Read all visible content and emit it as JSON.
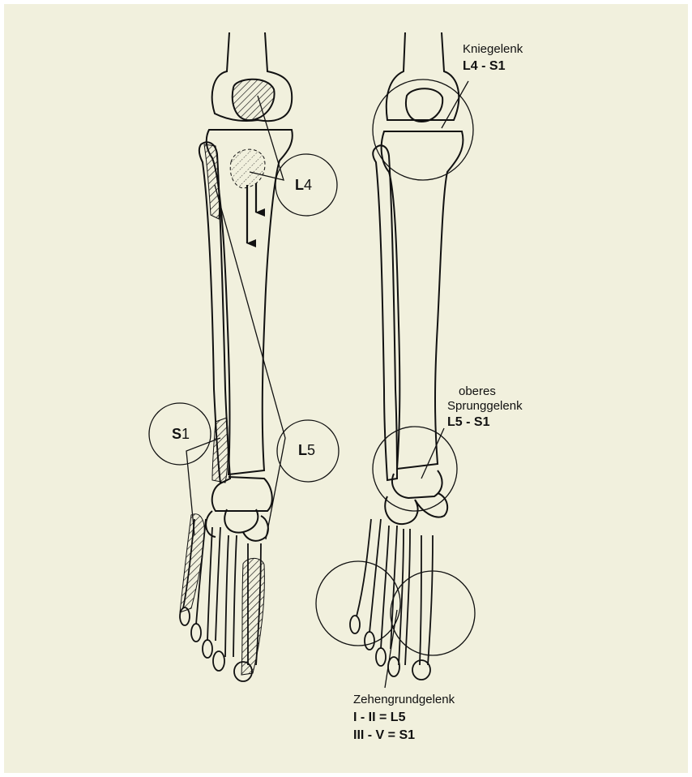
{
  "background_color": "#f1f0dd",
  "line_color": "#111111",
  "dermatome_labels": {
    "l4": {
      "prefix": "L",
      "number": "4"
    },
    "l5": {
      "prefix": "L",
      "number": "5"
    },
    "s1": {
      "prefix": "S",
      "number": "1"
    }
  },
  "joint_labels": {
    "knee": {
      "name": "Kniegelenk",
      "segments": "L4 - S1"
    },
    "ankle": {
      "name_line1": "oberes",
      "name_line2": "Sprunggelenk",
      "segments": "L5 - S1"
    },
    "toe": {
      "name": "Zehengrundgelenk",
      "segments_1": "I - II = L5",
      "segments_2": "III - V = S1"
    }
  }
}
